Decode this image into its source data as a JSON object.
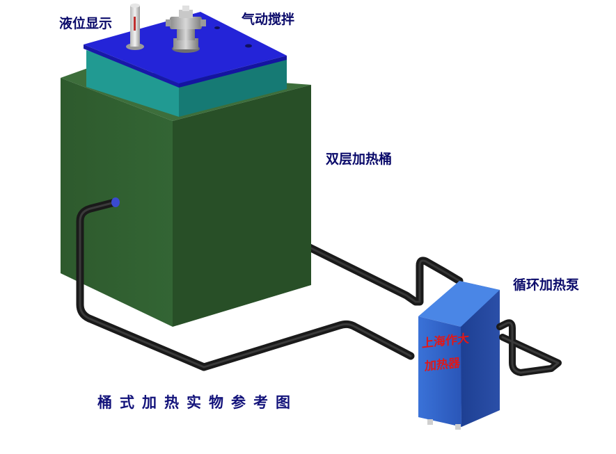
{
  "labels": {
    "level_display": "液位显示",
    "pneumatic_stirrer": "气动搅拌",
    "double_layer_tank": "双层加热桶",
    "circulation_pump": "循环加热泵",
    "caption": "桶式加热实物参考图"
  },
  "heater_unit": {
    "brand": "上海作大",
    "type": "加热器"
  },
  "colors": {
    "label_text": "#0a0a6a",
    "tank_body": "#2f5b2e",
    "tank_top_band": "#1f8d86",
    "lid": "#2323d6",
    "pump_body": "#2b5bbf",
    "pump_text": "#e01818",
    "pipe": "#1a1a1a"
  }
}
